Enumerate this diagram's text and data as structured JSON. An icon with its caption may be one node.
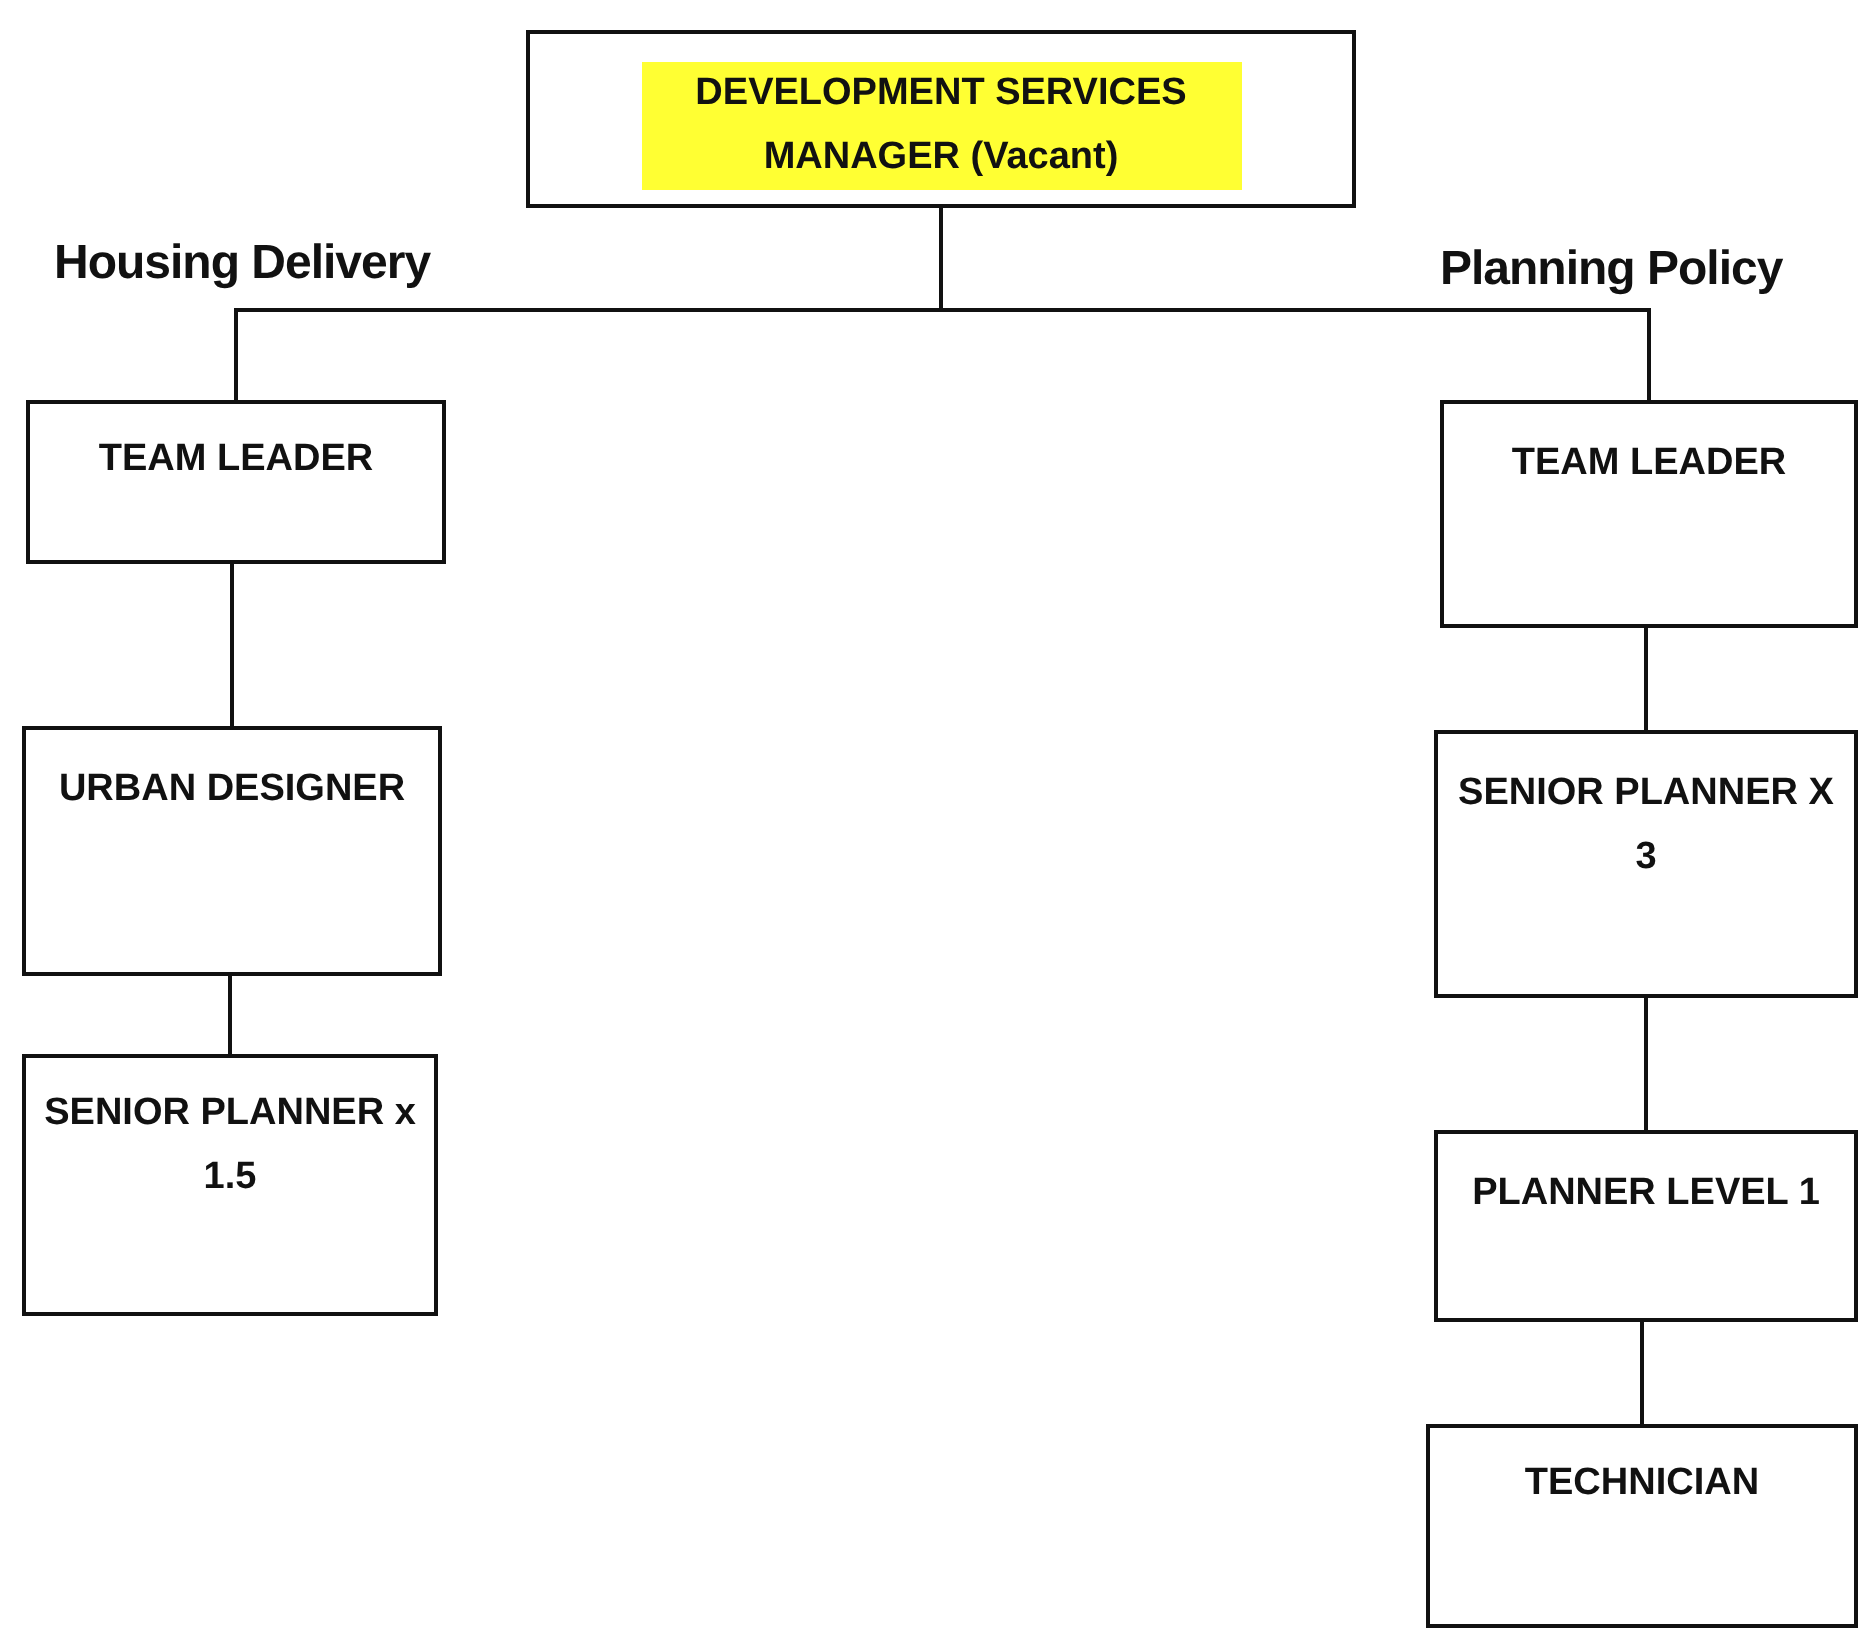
{
  "diagram": {
    "nodes": [
      {
        "text": [
          "DEVELOPMENT SERVICES MANAGER (Vacant)"
        ]
      },
      {
        "text": [
          "TEAM LEADER"
        ]
      },
      {
        "text": [
          "URBAN DESIGNER"
        ]
      },
      {
        "text": [
          "SENIOR PLANNER x 1.5"
        ]
      },
      {
        "text": [
          "TEAM LEADER"
        ]
      },
      {
        "text": [
          "SENIOR PLANNER X 3"
        ]
      },
      {
        "text": [
          "PLANNER LEVEL 1"
        ]
      },
      {
        "text": [
          "TECHNICIAN"
        ]
      }
    ],
    "edges": [
      {
        "from": 0,
        "to": 1,
        "arrow": "none"
      },
      {
        "from": 0,
        "to": 4,
        "arrow": "none"
      },
      {
        "from": 1,
        "to": 2,
        "arrow": "none"
      },
      {
        "from": 2,
        "to": 3,
        "arrow": "none"
      },
      {
        "from": 4,
        "to": 5,
        "arrow": "none"
      },
      {
        "from": 5,
        "to": 6,
        "arrow": "none"
      },
      {
        "from": 6,
        "to": 7,
        "arrow": "none"
      }
    ],
    "labels": [
      "Housing Delivery",
      "Planning Policy"
    ]
  }
}
